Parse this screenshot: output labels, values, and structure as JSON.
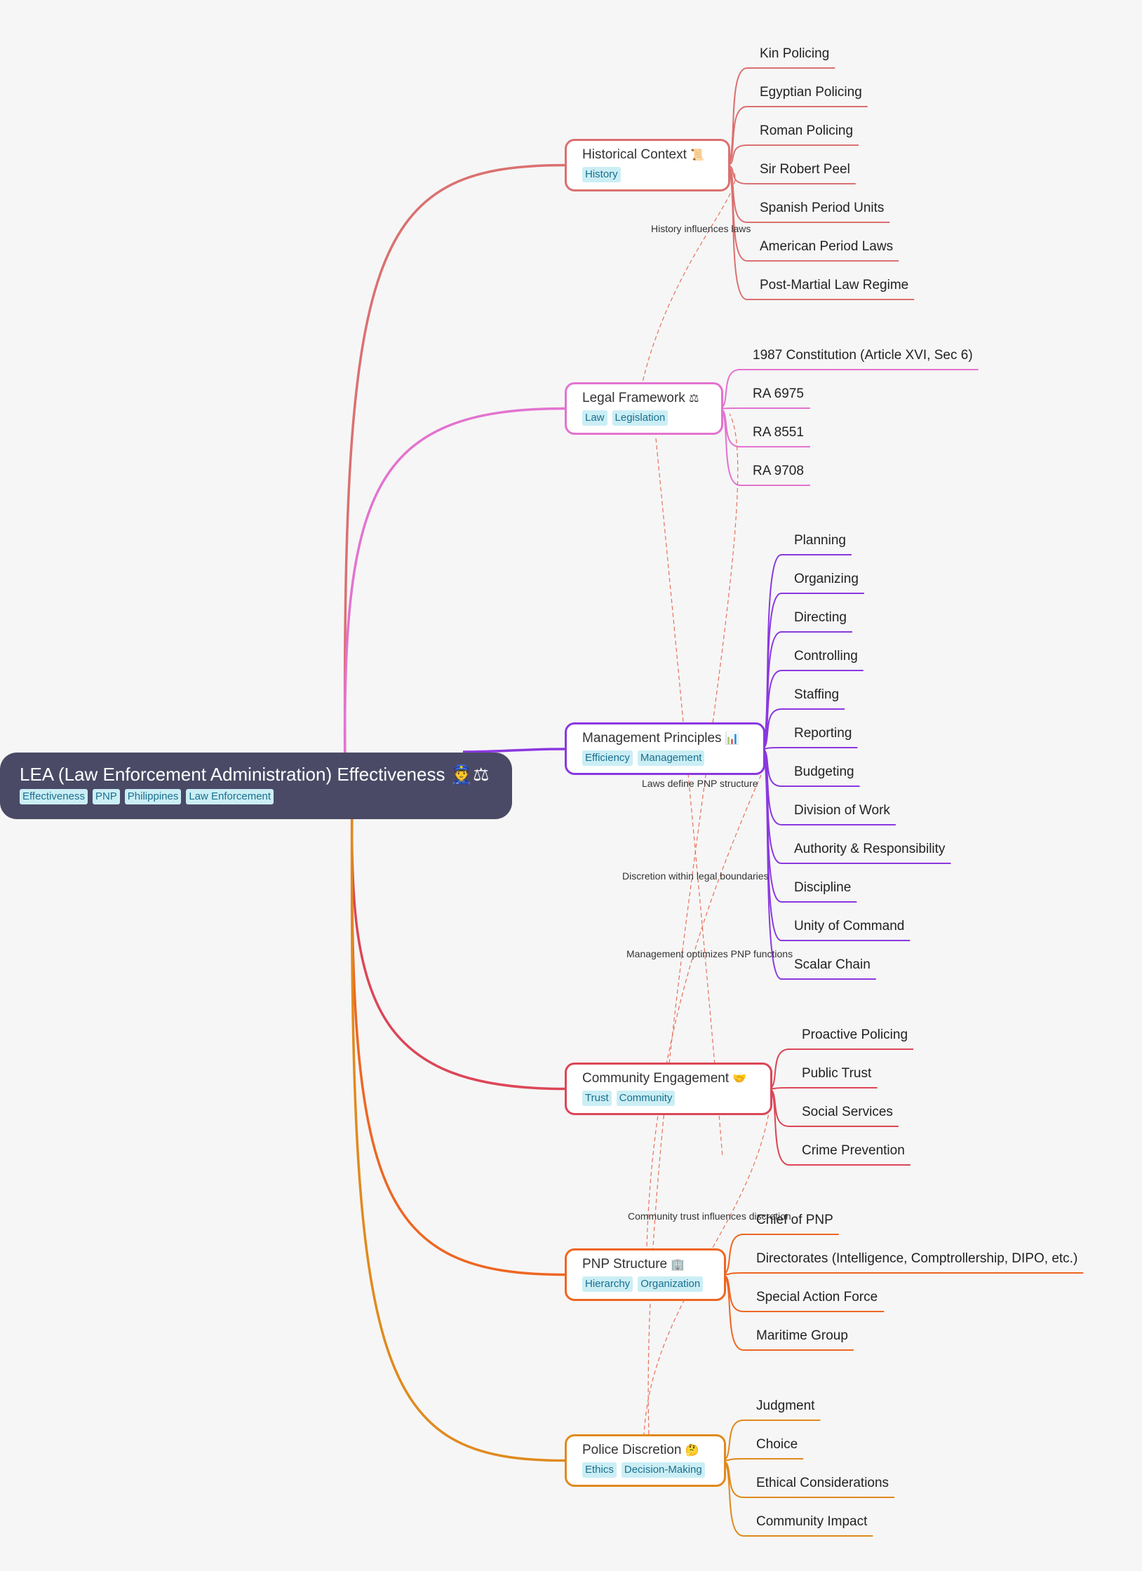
{
  "root": {
    "title": "LEA (Law Enforcement Administration) Effectiveness 👮⚖",
    "tags": [
      "Effectiveness",
      "PNP",
      "Philippines",
      "Law Enforcement"
    ]
  },
  "branches": [
    {
      "id": "history",
      "title": "Historical Context",
      "emoji": "📜",
      "color": "#db7070",
      "tags": [
        "History"
      ],
      "children": [
        "Kin Policing",
        "Egyptian Policing",
        "Roman Policing",
        "Sir Robert Peel",
        "Spanish Period Units",
        "American Period Laws",
        "Post-Martial Law Regime"
      ]
    },
    {
      "id": "legal",
      "title": "Legal Framework",
      "emoji": "⚖",
      "color": "#e373d0",
      "tags": [
        "Law",
        "Legislation"
      ],
      "children": [
        "1987 Constitution (Article XVI, Sec 6)",
        "RA 6975",
        "RA 8551",
        "RA 9708"
      ]
    },
    {
      "id": "management",
      "title": "Management Principles",
      "emoji": "📊",
      "color": "#8a38e0",
      "tags": [
        "Efficiency",
        "Management"
      ],
      "children": [
        "Planning",
        "Organizing",
        "Directing",
        "Controlling",
        "Staffing",
        "Reporting",
        "Budgeting",
        "Division of Work",
        "Authority & Responsibility",
        "Discipline",
        "Unity of Command",
        "Scalar Chain"
      ]
    },
    {
      "id": "community",
      "title": "Community Engagement",
      "emoji": "🤝",
      "color": "#dc4657",
      "tags": [
        "Trust",
        "Community"
      ],
      "children": [
        "Proactive Policing",
        "Public Trust",
        "Social Services",
        "Crime Prevention"
      ]
    },
    {
      "id": "pnp",
      "title": "PNP Structure",
      "emoji": "🏢",
      "color": "#ee6622",
      "tags": [
        "Hierarchy",
        "Organization"
      ],
      "children": [
        "Chief of PNP",
        "Directorates (Intelligence, Comptrollership, DIPO, etc.)",
        "Special Action Force",
        "Maritime Group"
      ]
    },
    {
      "id": "discretion",
      "title": "Police Discretion",
      "emoji": "🤔",
      "color": "#e08a1e",
      "tags": [
        "Ethics",
        "Decision-Making"
      ],
      "children": [
        "Judgment",
        "Choice",
        "Ethical Considerations",
        "Community Impact"
      ]
    }
  ],
  "relations": [
    {
      "label": "History influences laws",
      "from": "history",
      "to": "legal"
    },
    {
      "label": "Laws define PNP structure",
      "from": "legal",
      "to": "pnp"
    },
    {
      "label": "Discretion within legal boundaries",
      "from": "discretion",
      "to": "legal"
    },
    {
      "label": "Management optimizes PNP functions",
      "from": "management",
      "to": "pnp"
    },
    {
      "label": "Community trust influences discretion",
      "from": "community",
      "to": "discretion"
    }
  ]
}
